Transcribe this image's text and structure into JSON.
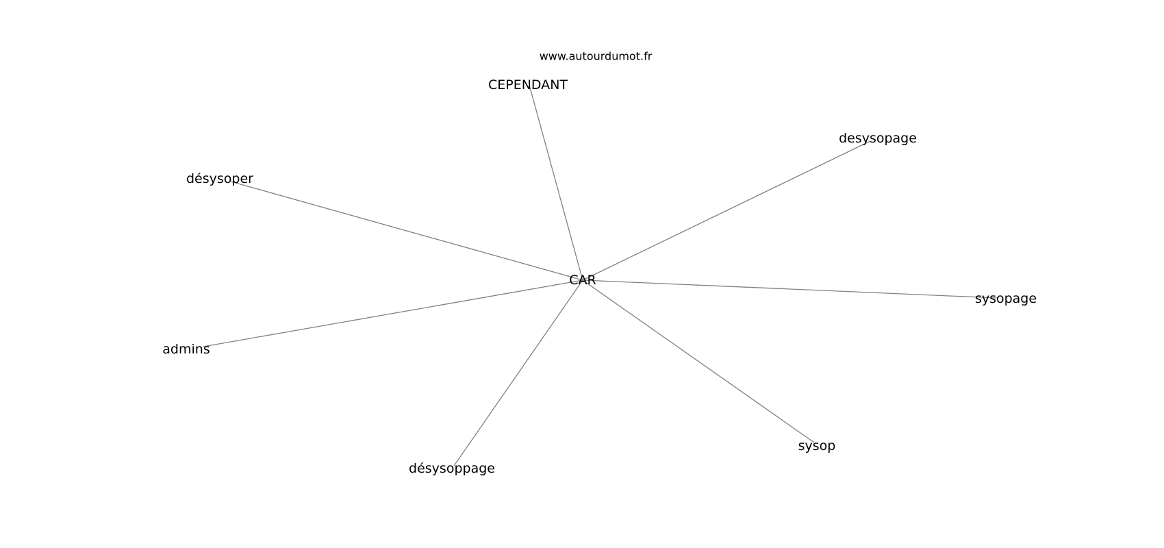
{
  "watermark": "www.autourdumot.fr",
  "graph": {
    "center": "CAR",
    "neighbors": [
      "CEPENDANT",
      "desysopage",
      "désysoper",
      "sysopage",
      "admins",
      "sysop",
      "désysoppage"
    ]
  }
}
